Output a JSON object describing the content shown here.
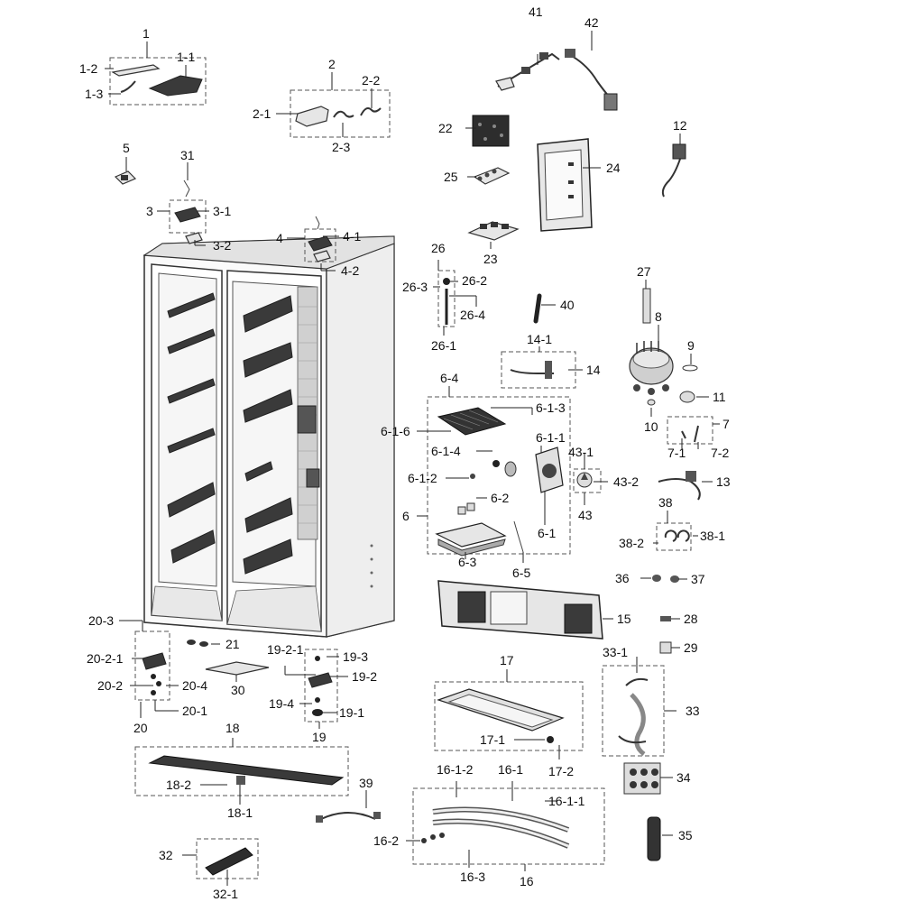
{
  "diagram": {
    "labels": {
      "l1": "1",
      "l1_1": "1-1",
      "l1_2": "1-2",
      "l1_3": "1-3",
      "l2": "2",
      "l2_1": "2-1",
      "l2_2": "2-2",
      "l2_3": "2-3",
      "l3": "3",
      "l3_1": "3-1",
      "l3_2": "3-2",
      "l4": "4",
      "l4_1": "4-1",
      "l4_2": "4-2",
      "l5": "5",
      "l6": "6",
      "l6_1": "6-1",
      "l6_1_1": "6-1-1",
      "l6_1_2": "6-1-2",
      "l6_1_3": "6-1-3",
      "l6_1_4": "6-1-4",
      "l6_1_6": "6-1-6",
      "l6_2": "6-2",
      "l6_3": "6-3",
      "l6_4": "6-4",
      "l6_5": "6-5",
      "l7": "7",
      "l7_1": "7-1",
      "l7_2": "7-2",
      "l8": "8",
      "l9": "9",
      "l10": "10",
      "l11": "11",
      "l12": "12",
      "l13": "13",
      "l14": "14",
      "l14_1": "14-1",
      "l15": "15",
      "l16": "16",
      "l16_1": "16-1",
      "l16_1_1": "16-1-1",
      "l16_1_2": "16-1-2",
      "l16_2": "16-2",
      "l16_3": "16-3",
      "l17": "17",
      "l17_1": "17-1",
      "l17_2": "17-2",
      "l18": "18",
      "l18_1": "18-1",
      "l18_2": "18-2",
      "l19": "19",
      "l19_1": "19-1",
      "l19_2": "19-2",
      "l19_2_1": "19-2-1",
      "l19_3": "19-3",
      "l19_4": "19-4",
      "l20": "20",
      "l20_1": "20-1",
      "l20_2": "20-2",
      "l20_2_1": "20-2-1",
      "l20_3": "20-3",
      "l20_4": "20-4",
      "l21": "21",
      "l22": "22",
      "l23": "23",
      "l24": "24",
      "l25": "25",
      "l26": "26",
      "l26_1": "26-1",
      "l26_2": "26-2",
      "l26_3": "26-3",
      "l26_4": "26-4",
      "l27": "27",
      "l28": "28",
      "l29": "29",
      "l30": "30",
      "l31": "31",
      "l32": "32",
      "l32_1": "32-1",
      "l33": "33",
      "l33_1": "33-1",
      "l34": "34",
      "l35": "35",
      "l36": "36",
      "l37": "37",
      "l38": "38",
      "l38_1": "38-1",
      "l38_2": "38-2",
      "l39": "39",
      "l40": "40",
      "l41": "41",
      "l42": "42",
      "l43": "43",
      "l43_1": "43-1",
      "l43_2": "43-2"
    }
  }
}
